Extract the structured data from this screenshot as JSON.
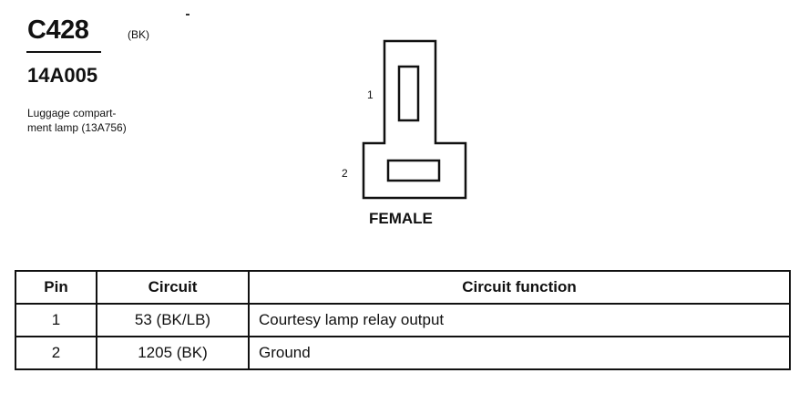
{
  "header": {
    "connector_id": "C428",
    "color_code": "(BK)",
    "part_number": "14A005",
    "description_lines": [
      "Luggage compart-",
      "ment lamp (13A756)"
    ]
  },
  "diagram": {
    "pin_labels": [
      "1",
      "2"
    ],
    "view_label": "FEMALE"
  },
  "table": {
    "headers": [
      "Pin",
      "Circuit",
      "Circuit function"
    ],
    "rows": [
      {
        "pin": "1",
        "circuit": "53 (BK/LB)",
        "function": "Courtesy lamp relay output"
      },
      {
        "pin": "2",
        "circuit": "1205 (BK)",
        "function": "Ground"
      }
    ]
  }
}
